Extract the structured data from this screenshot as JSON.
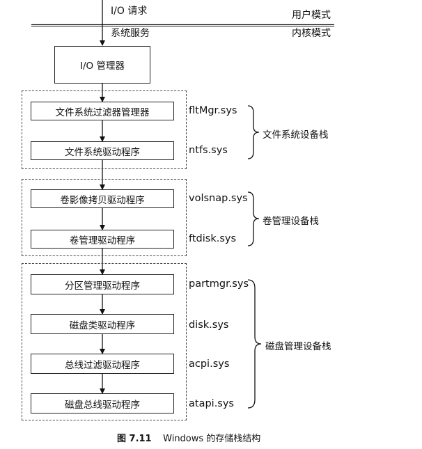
{
  "top": {
    "io_request": "I/O 请求",
    "user_mode": "用户模式",
    "system_service": "系统服务",
    "kernel_mode": "内核模式"
  },
  "io_manager": "I/O 管理器",
  "groups": [
    {
      "label": "文件系统设备栈",
      "drivers": [
        {
          "name": "文件系统过滤器管理器",
          "file": "fltMgr.sys"
        },
        {
          "name": "文件系统驱动程序",
          "file": "ntfs.sys"
        }
      ]
    },
    {
      "label": "卷管理设备栈",
      "drivers": [
        {
          "name": "卷影像拷贝驱动程序",
          "file": "volsnap.sys"
        },
        {
          "name": "卷管理驱动程序",
          "file": "ftdisk.sys"
        }
      ]
    },
    {
      "label": "磁盘管理设备栈",
      "drivers": [
        {
          "name": "分区管理驱动程序",
          "file": "partmgr.sys"
        },
        {
          "name": "磁盘类驱动程序",
          "file": "disk.sys"
        },
        {
          "name": "总线过滤驱动程序",
          "file": "acpi.sys"
        },
        {
          "name": "磁盘总线驱动程序",
          "file": "atapi.sys"
        }
      ]
    }
  ],
  "caption": {
    "figure": "图 7.11",
    "text": "Windows 的存储栈结构"
  }
}
